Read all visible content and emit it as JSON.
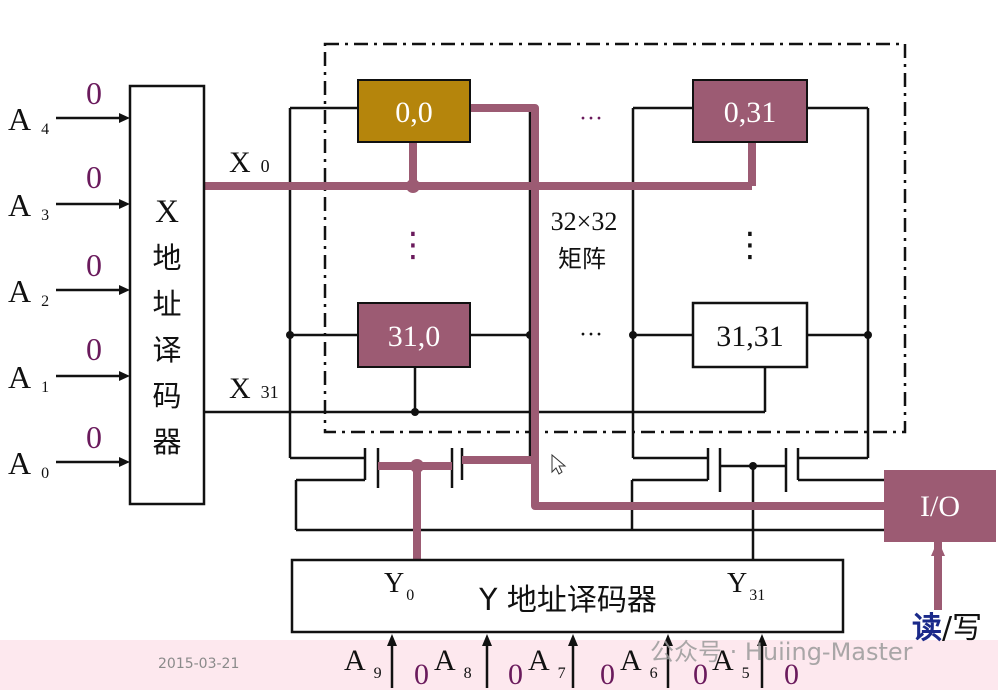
{
  "colors": {
    "line": "#111111",
    "accent": "#9c5b73",
    "active_cell": "#b5850c",
    "bit_value": "#6a1a5c",
    "rw_read": "#1a2a8a",
    "footer_bg": "#fde8ee",
    "watermark": "#9a9a9a"
  },
  "x_decoder": {
    "label_chars": [
      "X",
      "地",
      "址",
      "译",
      "码",
      "器"
    ],
    "inputs": [
      {
        "label": "A",
        "sub": "4",
        "bit": "0"
      },
      {
        "label": "A",
        "sub": "3",
        "bit": "0"
      },
      {
        "label": "A",
        "sub": "2",
        "bit": "0"
      },
      {
        "label": "A",
        "sub": "1",
        "bit": "0"
      },
      {
        "label": "A",
        "sub": "0",
        "bit": "0"
      }
    ],
    "out_first": {
      "label": "X",
      "sub": "0"
    },
    "out_last": {
      "label": "X",
      "sub": "31"
    }
  },
  "matrix": {
    "label_line1": "32×32",
    "label_line2": "矩阵",
    "cells": {
      "c00": "0,0",
      "c031": "0,31",
      "c310": "31,0",
      "c3131": "31,31"
    },
    "h_ellipsis": "···",
    "v_ellipsis": "⋮"
  },
  "y_decoder": {
    "label": "Y 地址译码器",
    "out_first": {
      "label": "Y",
      "sub": "0"
    },
    "out_last": {
      "label": "Y",
      "sub": "31"
    },
    "inputs": [
      {
        "label": "A",
        "sub": "9",
        "bit": "0"
      },
      {
        "label": "A",
        "sub": "8",
        "bit": "0"
      },
      {
        "label": "A",
        "sub": "7",
        "bit": "0"
      },
      {
        "label": "A",
        "sub": "6",
        "bit": "0"
      },
      {
        "label": "A",
        "sub": "5",
        "bit": "0"
      }
    ]
  },
  "io": {
    "label": "I/O",
    "rw_read": "读",
    "rw_sep": "/",
    "rw_write": "写"
  },
  "footer": {
    "date": "2015-03-21",
    "watermark": "公众号 · Huiing-Master"
  }
}
